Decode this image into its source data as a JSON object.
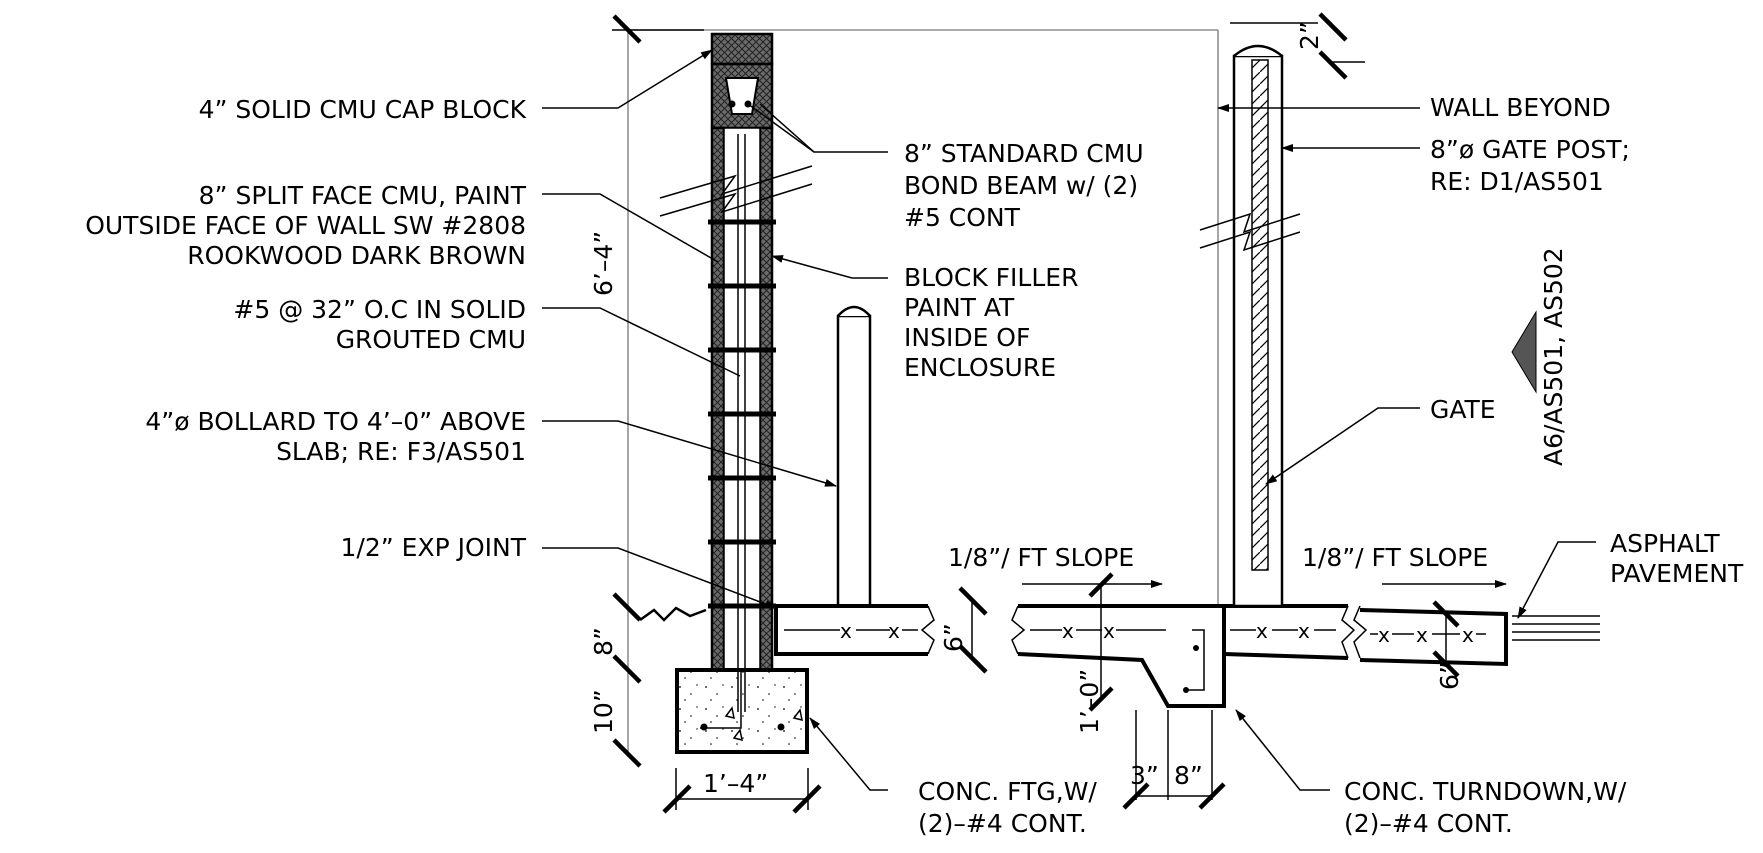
{
  "labels": {
    "cap_block": "4” SOLID CMU CAP BLOCK",
    "split_face_1": "8” SPLIT FACE CMU, PAINT",
    "split_face_2": "OUTSIDE FACE OF WALL SW #2808",
    "split_face_3": "ROOKWOOD DARK BROWN",
    "rebar_1": "#5 @ 32” O.C IN SOLID",
    "rebar_2": "GROUTED CMU",
    "bollard_1": "4”ø BOLLARD TO 4’–0” ABOVE",
    "bollard_2": "SLAB; RE: F3/AS501",
    "exp_joint": "1/2” EXP JOINT",
    "bond_beam_1": "8” STANDARD CMU",
    "bond_beam_2": "BOND BEAM w/ (2)",
    "bond_beam_3": "#5 CONT",
    "filler_1": "BLOCK FILLER",
    "filler_2": "PAINT AT",
    "filler_3": "INSIDE OF",
    "filler_4": "ENCLOSURE",
    "wall_beyond": "WALL BEYOND",
    "gate_post_1": "8”ø GATE POST;",
    "gate_post_2": "RE: D1/AS501",
    "gate": "GATE",
    "asphalt_1": "ASPHALT",
    "asphalt_2": "PAVEMENT",
    "slope_left": "1/8”/ FT SLOPE",
    "slope_right": "1/8”/ FT SLOPE",
    "ftg_1": "CONC. FTG,W/",
    "ftg_2": "(2)–#4 CONT.",
    "turndown_1": "CONC. TURNDOWN,W/",
    "turndown_2": "(2)–#4 CONT.",
    "section_ref": "A6/AS501, AS502"
  },
  "dimensions": {
    "wall_height": "6’–4”",
    "slab_8": "8”",
    "footing_10": "10”",
    "footing_width": "1’–4”",
    "slab_6": "6”",
    "turndown_depth": "1’–0”",
    "dim_3": "3”",
    "dim_8": "8”",
    "pavement_6": "6”",
    "post_top": "2”"
  }
}
